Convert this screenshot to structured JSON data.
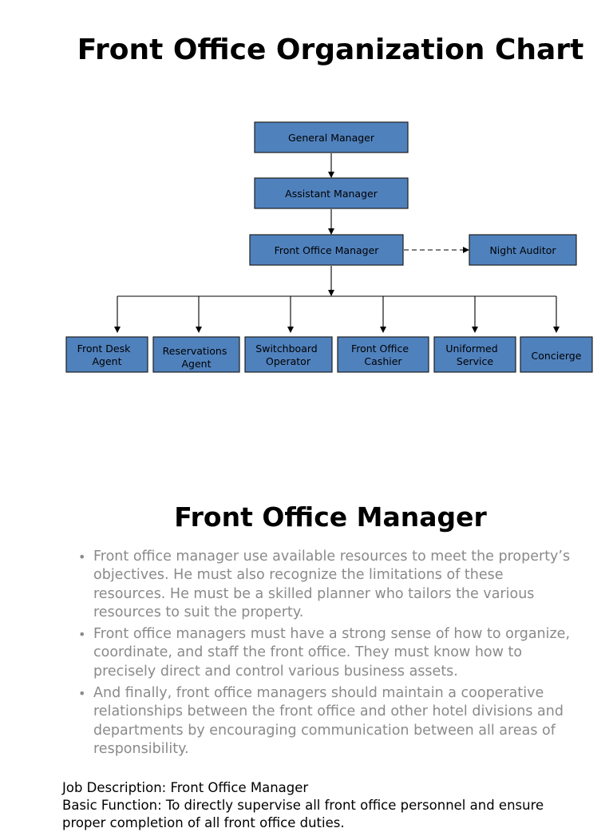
{
  "page_title": "Front Office Organization Chart",
  "org_chart": {
    "nodes": {
      "gm": "General Manager",
      "am": "Assistant Manager",
      "fom": "Front Office Manager",
      "na": "Night Auditor",
      "fda": [
        "Front Desk",
        "Agent"
      ],
      "ra": [
        "Reservations",
        "Agent"
      ],
      "so": [
        "Switchboard",
        "Operator"
      ],
      "foc": [
        "Front Office",
        "Cashier"
      ],
      "us": [
        "Uniformed",
        "Service"
      ],
      "con": "Concierge"
    },
    "colors": {
      "box": "#4f81bd",
      "border": "#1f1f1f"
    }
  },
  "section": {
    "title": "Front Office Manager",
    "bullets": [
      "Front office manager use available resources to meet the property’s objectives. He must also recognize the limitations of these resources. He must be a skilled planner who tailors the various resources to suit the property.",
      "Front office managers must have a strong sense of how to organize, coordinate, and staff the front office. They must know how to precisely direct and control various business assets.",
      "And finally, front office managers should maintain a cooperative relationships between the front office and other hotel divisions and departments by encouraging communication between all areas of responsibility."
    ]
  },
  "footer": {
    "line1": "Job Description: Front Office Manager",
    "line2": "Basic Function: To directly supervise all front office personnel and ensure",
    "line3": "proper completion of all front office duties."
  }
}
